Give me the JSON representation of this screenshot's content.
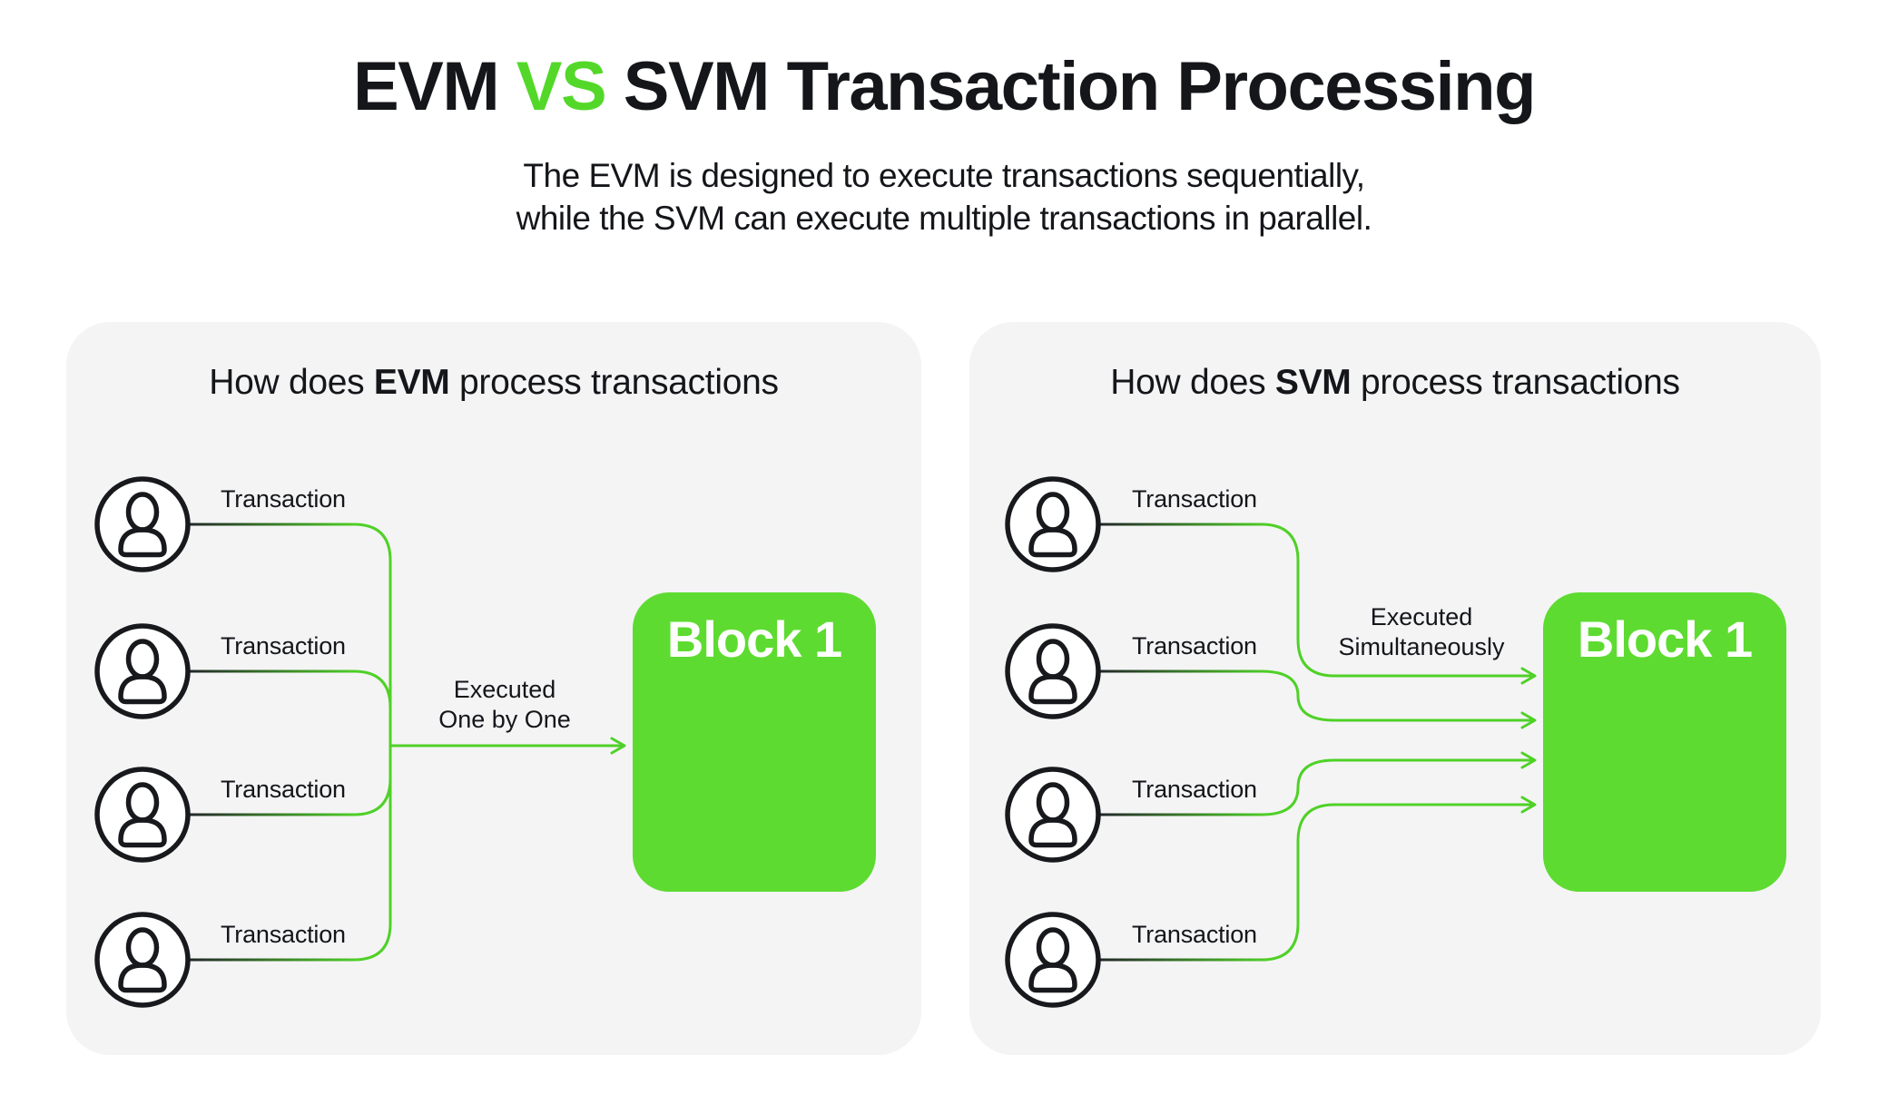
{
  "colors": {
    "background": "#ffffff",
    "panel_bg": "#f4f4f5",
    "text_dark": "#14161a",
    "accent_green": "#53d82a",
    "block_green": "#5edb31",
    "line_green": "#4fd127",
    "line_dark": "#212528",
    "white": "#ffffff"
  },
  "header": {
    "title_evm": "EVM ",
    "title_vs": "VS",
    "title_rest": " SVM Transaction Processing",
    "subtitle_line1": "The EVM is designed to execute transactions sequentially,",
    "subtitle_line2": "while the SVM can execute multiple transactions in parallel."
  },
  "panels": [
    {
      "heading_prefix": "How does ",
      "heading_vm": "EVM",
      "heading_suffix": " process transactions",
      "icon": "user-icon",
      "transactions": [
        "Transaction",
        "Transaction",
        "Transaction",
        "Transaction"
      ],
      "execution_line1": "Executed",
      "execution_line2": "One by One",
      "block_label": "Block 1"
    },
    {
      "heading_prefix": "How does ",
      "heading_vm": "SVM",
      "heading_suffix": " process transactions",
      "icon": "user-icon",
      "transactions": [
        "Transaction",
        "Transaction",
        "Transaction",
        "Transaction"
      ],
      "execution_line1": "Executed",
      "execution_line2": "Simultaneously",
      "block_label": "Block 1"
    }
  ]
}
